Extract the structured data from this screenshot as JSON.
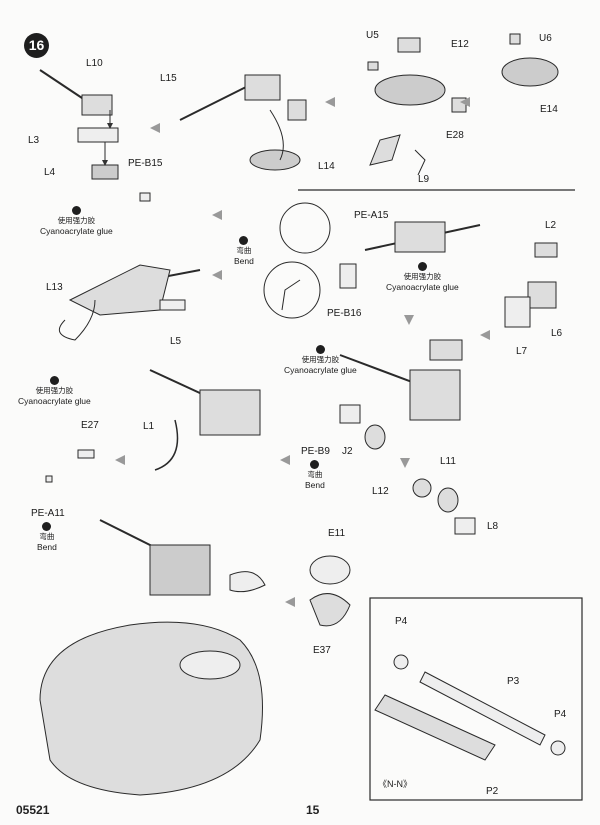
{
  "step": {
    "number": "16"
  },
  "notes": {
    "glue_zh": "使用强力胶",
    "glue_en": "Cyanoacrylate glue",
    "bend_zh": "弯曲",
    "bend_en": "Bend"
  },
  "parts": {
    "l10": "L10",
    "l15": "L15",
    "u5": "U5",
    "e12": "E12",
    "u6": "U6",
    "l3": "L3",
    "l4": "L4",
    "pe_b15": "PE-B15",
    "e14": "E14",
    "e28": "E28",
    "l14": "L14",
    "l9": "L9",
    "pe_a15": "PE-A15",
    "l2": "L2",
    "l13": "L13",
    "pe_b16": "PE-B16",
    "l6": "L6",
    "l5": "L5",
    "l7": "L7",
    "l1": "L1",
    "e27": "E27",
    "j2": "J2",
    "pe_b9": "PE-B9",
    "l11": "L11",
    "l12": "L12",
    "l8": "L8",
    "pe_a11": "PE-A11",
    "e11": "E11",
    "e37": "E37",
    "p4a": "P4",
    "p3": "P3",
    "p4b": "P4",
    "p2": "P2"
  },
  "section_label": "《N-N》",
  "footer": {
    "code": "05521",
    "page": "15"
  }
}
